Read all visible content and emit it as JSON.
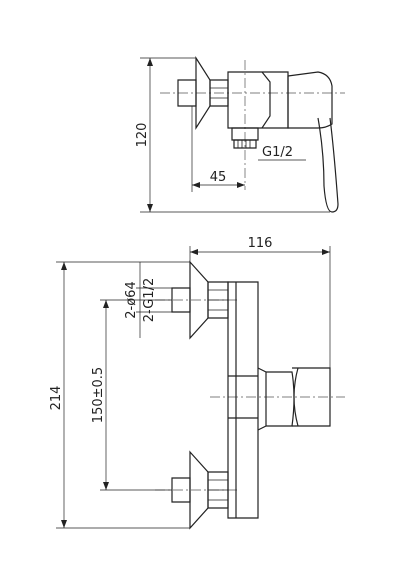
{
  "top_view": {
    "dims": {
      "height": "120",
      "offset": "45",
      "thread": "G1/2"
    }
  },
  "front_view": {
    "dims": {
      "width": "116",
      "height": "214",
      "center_distance": "150±0.5",
      "flange_diameter": "2-ø64",
      "inlet_thread": "2-G1/2"
    }
  }
}
